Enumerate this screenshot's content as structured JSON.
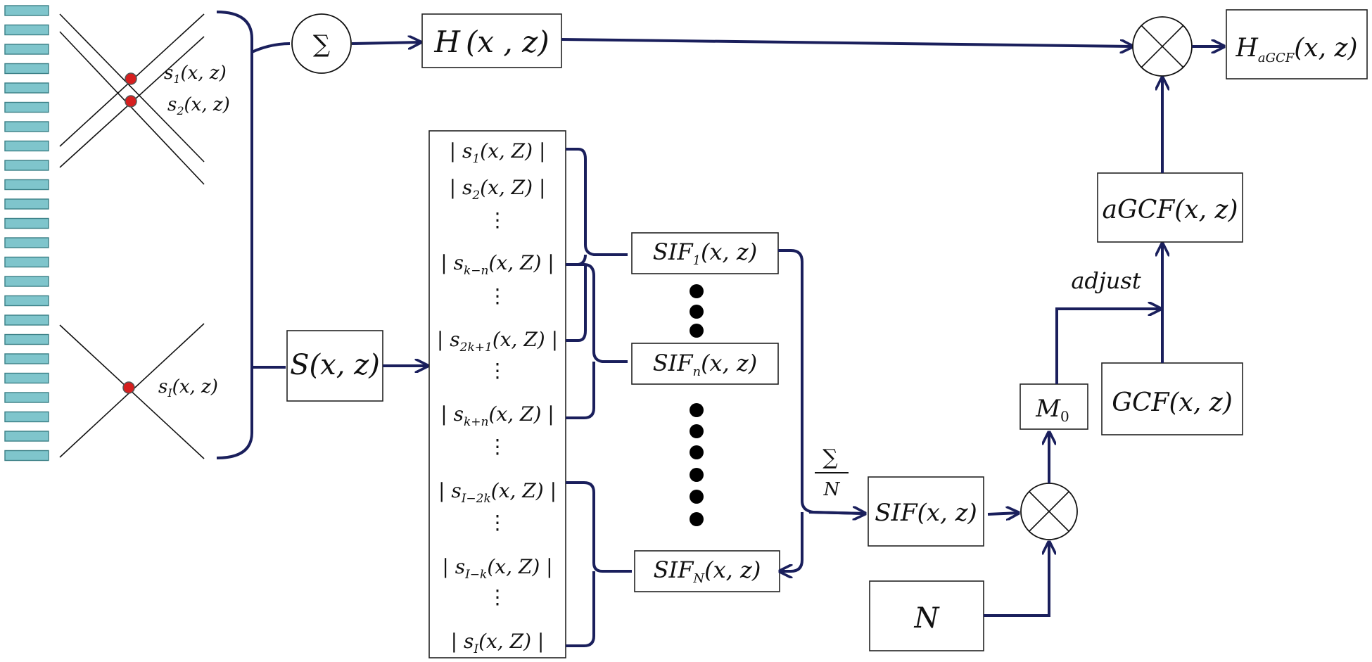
{
  "colors": {
    "element": "#7fc5cc",
    "dot": "#d61f1f",
    "line": "#1a1f5c"
  },
  "labels": {
    "sigma": "∑",
    "H": "H",
    "H_args": "(x , z)",
    "HaGCF": "H",
    "HaGCF_sub": "aGCF",
    "HaGCF_args": "(x, z)",
    "S": "S(x, z)",
    "s1": "s",
    "s1_sub": "1",
    "s1_args": "(x, z)",
    "s2": "s",
    "s2_sub": "2",
    "s2_args": "(x, z)",
    "sI": "s",
    "sI_sub": "I",
    "sI_args": "(x, z)",
    "SIF1": "SIF",
    "SIF1_sub": "1",
    "SIF1_args": "(x, z)",
    "SIFn": "SIF",
    "SIFn_sub": "n",
    "SIFn_args": "(x, z)",
    "SIFN": "SIF",
    "SIFN_sub": "N",
    "SIFN_args": "(x, z)",
    "SIF": "SIF(x, z)",
    "frac_num": "∑",
    "frac_den": "N",
    "N": "N",
    "M0": "M",
    "M0_sub": "0",
    "aGCF": "aGCF(x, z)",
    "GCF": "GCF(x, z)",
    "adjust": "adjust",
    "bar": "|",
    "vdots": "⋮"
  },
  "column_items": [
    {
      "sub": "1",
      "args": "(x, Z)"
    },
    {
      "sub": "2",
      "args": "(x, Z)"
    },
    {
      "sub": "k−n",
      "args": "(x, Z)"
    },
    {
      "sub": "2k+1",
      "args": "(x, Z)"
    },
    {
      "sub": "k+n",
      "args": "(x, Z)"
    },
    {
      "sub": "I−2k",
      "args": "(x, Z)"
    },
    {
      "sub": "I−k",
      "args": "(x, Z)"
    },
    {
      "sub": "I",
      "args": "(x, Z)"
    }
  ]
}
